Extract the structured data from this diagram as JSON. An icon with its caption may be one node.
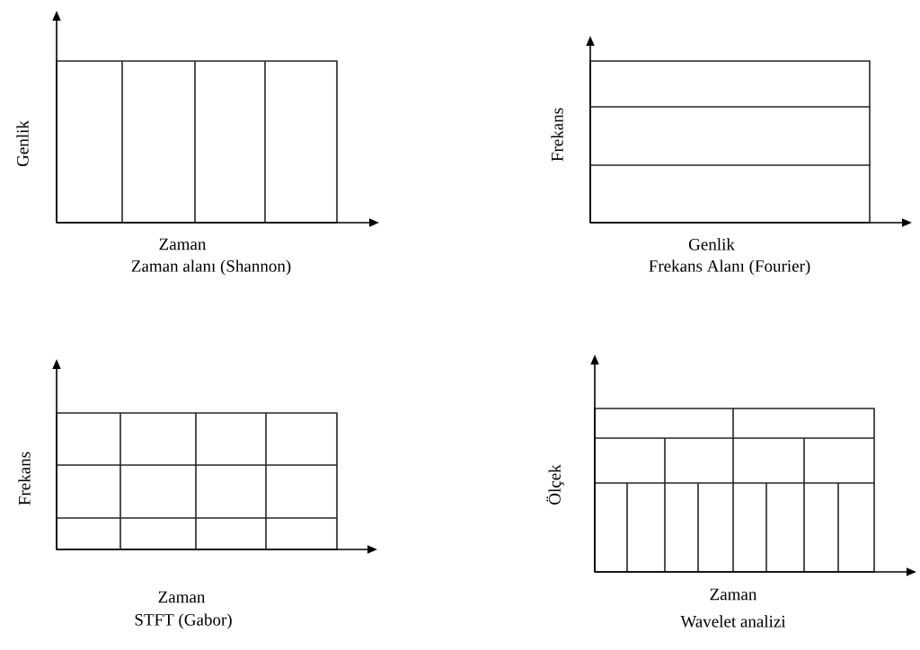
{
  "diagram": {
    "labels": [
      "Genlik",
      "Zaman",
      "Zaman alanı (Shannon)",
      "Frekans",
      "Genlik",
      "Frekans Alanı (Fourier)",
      "Frekans",
      "Zaman",
      "STFT (Gabor)",
      "Ölçek",
      "Zaman",
      "Wavelet analizi"
    ]
  }
}
